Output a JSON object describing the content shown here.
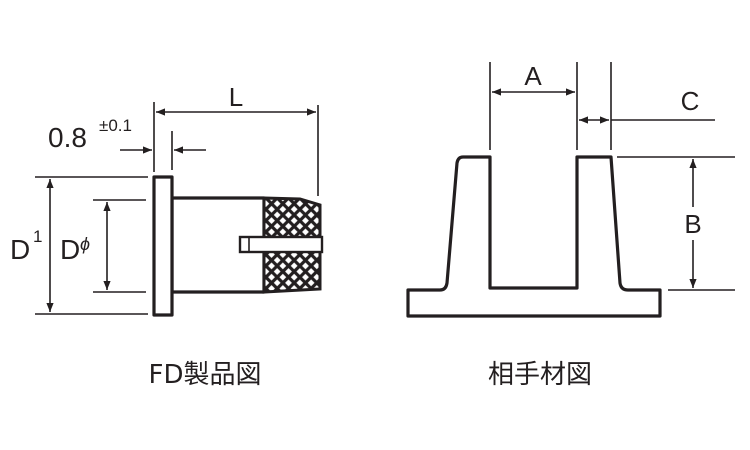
{
  "product_drawing": {
    "caption": "FD製品図",
    "length_label": "L",
    "thickness_value": "0.8",
    "thickness_tolerance": "±0.1",
    "outer_diameter_label": "D",
    "outer_diameter_superscript": "1",
    "shaft_diameter_label": "D",
    "shaft_diameter_symbol": "ϕ"
  },
  "mating_drawing": {
    "caption": "相手材図",
    "label_a": "A",
    "label_b": "B",
    "label_c": "C"
  },
  "colors": {
    "line": "#231f20",
    "background": "#ffffff"
  }
}
